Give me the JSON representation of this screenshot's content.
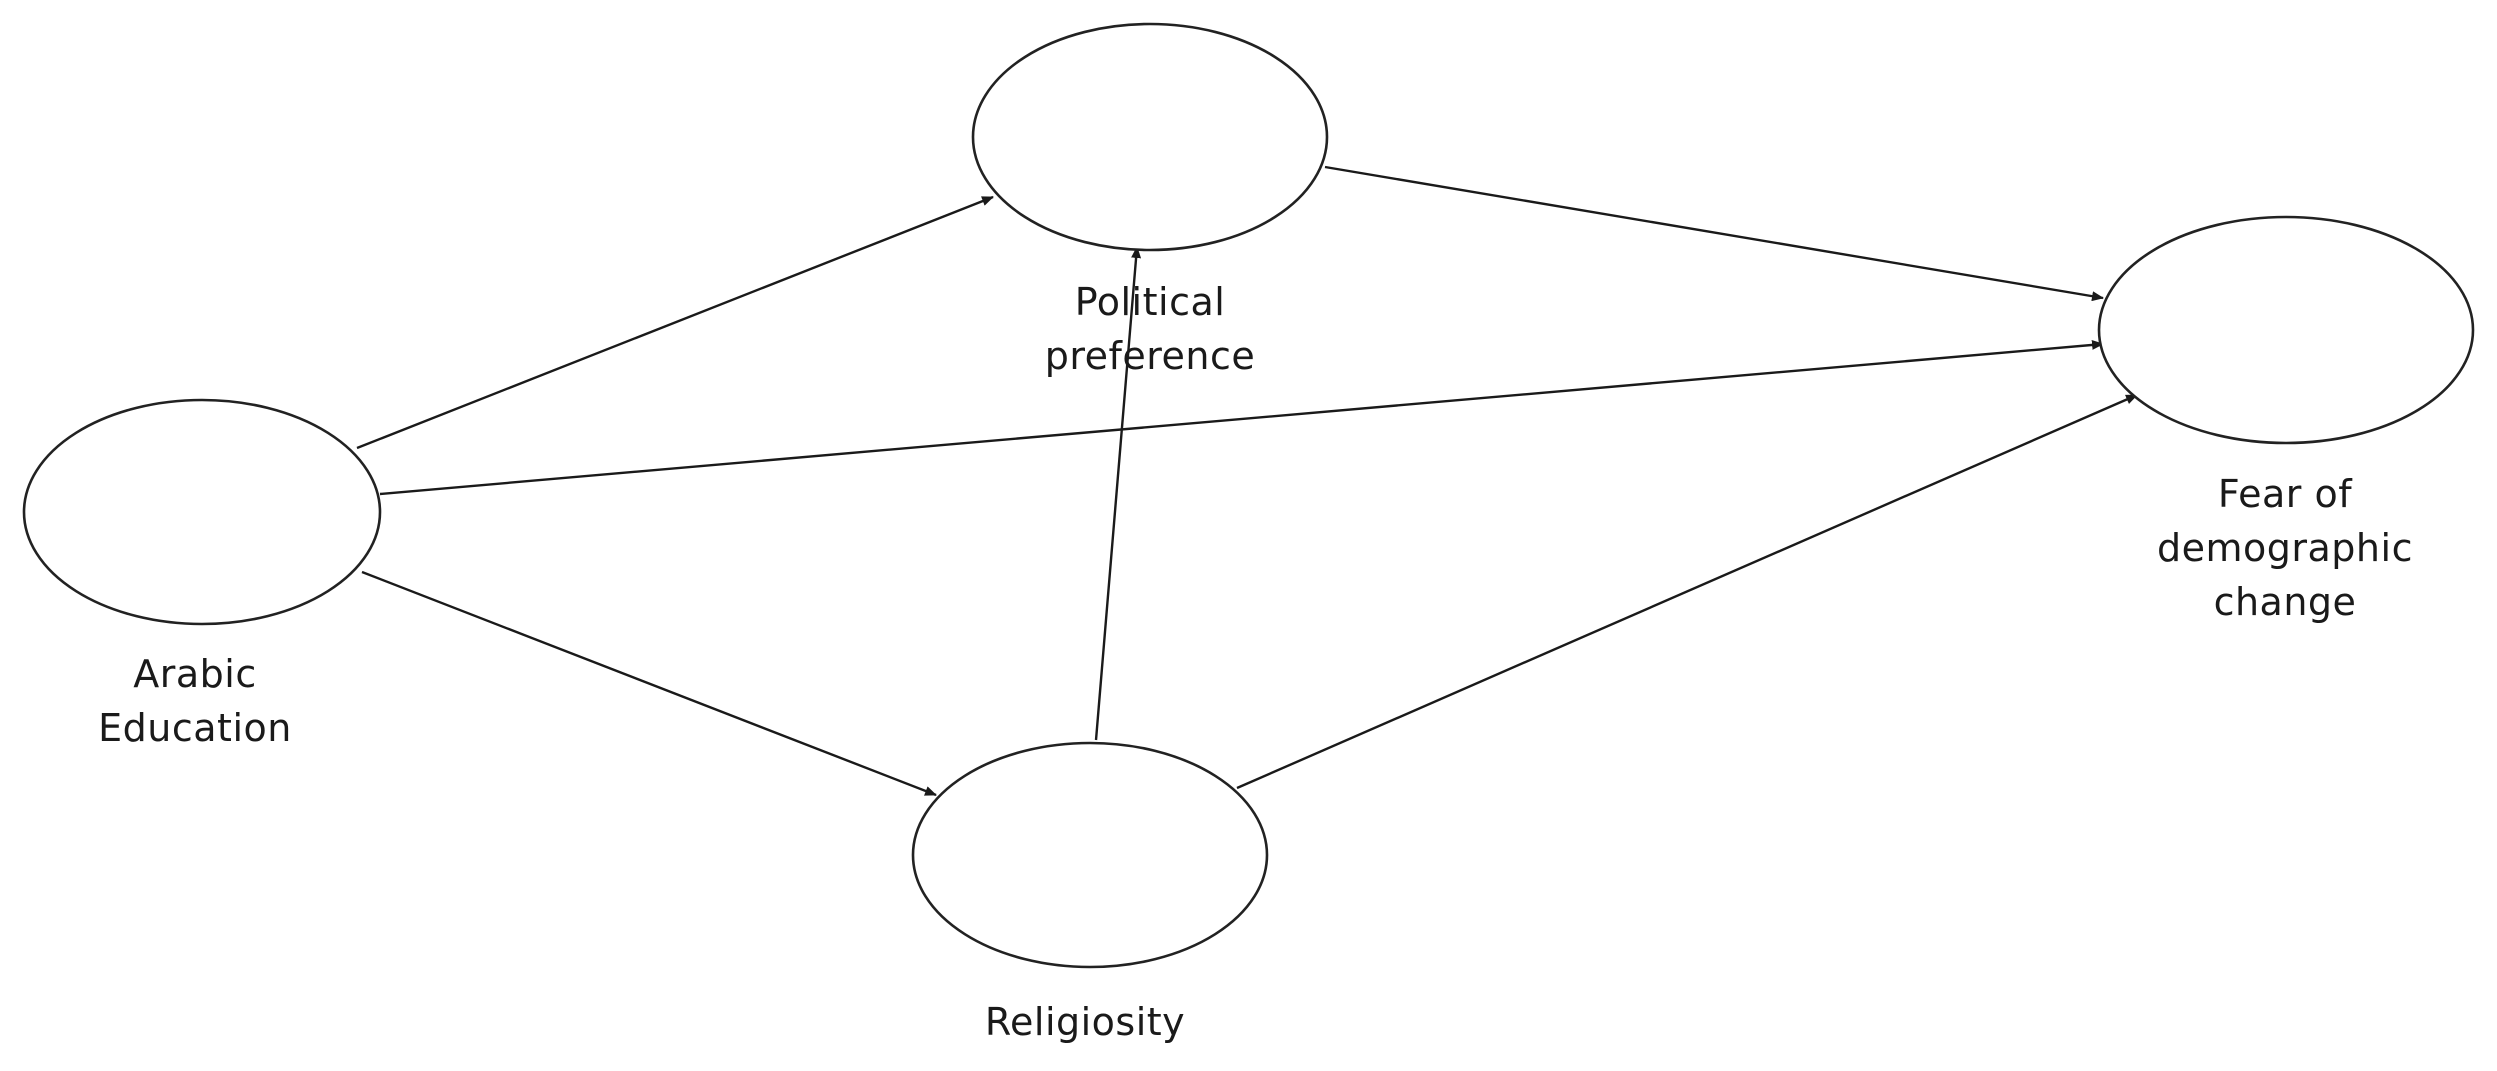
{
  "diagram": {
    "nodes": [
      {
        "id": "arabic",
        "label_lines": [
          "Arabic",
          "Education"
        ]
      },
      {
        "id": "political",
        "label_lines": [
          "Political",
          "preference"
        ]
      },
      {
        "id": "religiosity",
        "label_lines": [
          "Religiosity"
        ]
      },
      {
        "id": "fear",
        "label_lines": [
          "Fear of",
          "demographic",
          "change"
        ]
      }
    ],
    "edges": [
      {
        "from": "arabic",
        "to": "political"
      },
      {
        "from": "arabic",
        "to": "fear"
      },
      {
        "from": "arabic",
        "to": "religiosity"
      },
      {
        "from": "religiosity",
        "to": "political"
      },
      {
        "from": "political",
        "to": "fear"
      },
      {
        "from": "religiosity",
        "to": "fear"
      }
    ],
    "colors": {
      "stroke": "#222222",
      "background": "#ffffff",
      "text": "#1a1a1a"
    }
  }
}
